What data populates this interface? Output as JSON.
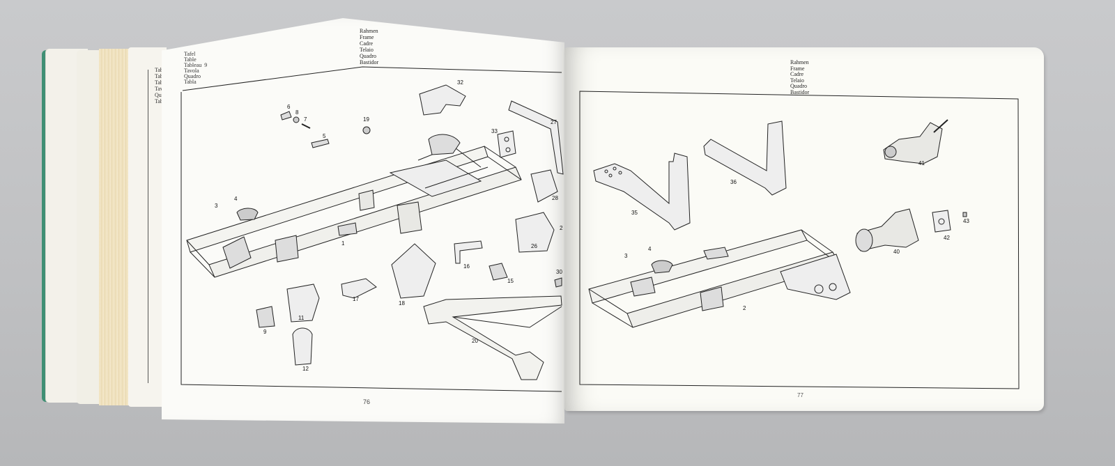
{
  "left_tabs": [
    "Tabl",
    "Table",
    "Tabl",
    "Tav",
    "Quad",
    "Tabl"
  ],
  "left_tabs2": [
    "Tafel",
    "Table",
    "Tableau",
    "Tavola",
    "Quadro",
    "Tabla"
  ],
  "left_tabs2_num": "9",
  "header_terms": [
    "Rahmen",
    "Frame",
    "Cadre",
    "Telaio",
    "Quadro",
    "Bastidor"
  ],
  "left_page_number": "76",
  "right_page_number": "77",
  "left_callouts": {
    "c32": "32",
    "c6": "6",
    "c8": "8",
    "c7": "7",
    "c5": "5",
    "c19": "19",
    "c33": "33",
    "c27": "27",
    "c3": "3",
    "c4": "4",
    "c1": "1",
    "c28": "28",
    "c26": "26",
    "c16": "16",
    "c15": "15",
    "c18": "18",
    "c17": "17",
    "c11": "11",
    "c9": "9",
    "c12": "12",
    "c20": "20",
    "c30": "30",
    "c2x": "2"
  },
  "right_callouts": {
    "c35": "35",
    "c36": "36",
    "c41": "41",
    "c40": "40",
    "c42": "42",
    "c43": "43",
    "c3": "3",
    "c4": "4",
    "c2": "2"
  }
}
